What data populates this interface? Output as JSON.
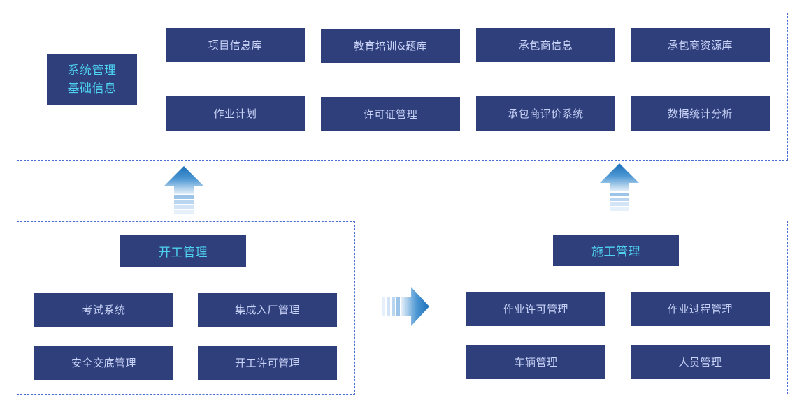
{
  "top": {
    "main_line1": "系统管理",
    "main_line2": "基础信息",
    "items": [
      "项目信息库",
      "教育培训&题库",
      "承包商信息",
      "承包商资源库",
      "作业计划",
      "许可证管理",
      "承包商评价系统",
      "数据统计分析"
    ]
  },
  "left": {
    "title": "开工管理",
    "items": [
      "考试系统",
      "集成入厂管理",
      "安全交底管理",
      "开工许可管理"
    ]
  },
  "right": {
    "title": "施工管理",
    "items": [
      "作业许可管理",
      "作业过程管理",
      "车辆管理",
      "人员管理"
    ]
  },
  "colors": {
    "box_bg": "#2e3f7c",
    "box_text": "#c9d3f7",
    "accent_text": "#4fd2f0",
    "dash_border": "#4a6fd4",
    "arrow_top": "#1a6fb8",
    "arrow_bottom": "#e8f1fb"
  }
}
